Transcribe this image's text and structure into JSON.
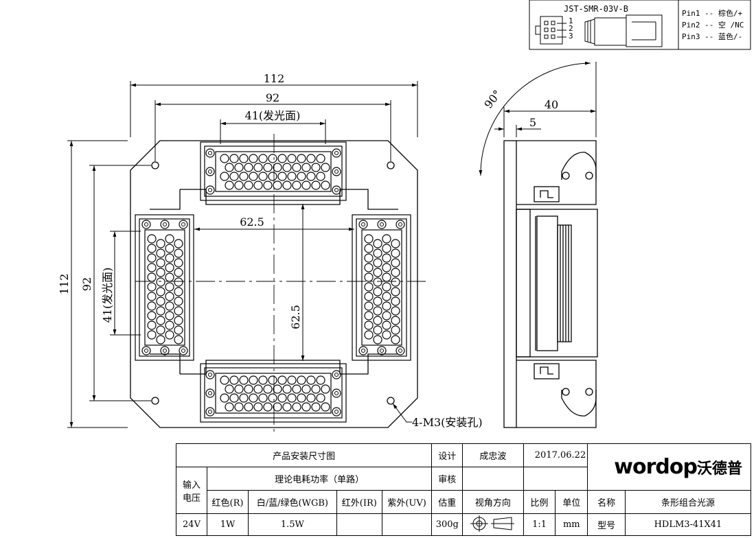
{
  "connector": {
    "model": "JST-SMR-03V-B",
    "pin_numbers": [
      "1",
      "2",
      "3"
    ],
    "pins": [
      "Pin1 -- 棕色/+",
      "Pin2 -- 空 /NC",
      "Pin3 -- 蓝色/-"
    ]
  },
  "front_view": {
    "dim_overall_width": "112",
    "dim_mount_width": "92",
    "dim_top_emitting": "41(发光面)",
    "dim_overall_height": "112",
    "dim_mount_height": "92",
    "dim_left_emitting": "41(发光面)",
    "dim_inner_h": "62.5",
    "dim_inner_v": "62.5",
    "mount_hole_note": "4-M3(安装孔)"
  },
  "side_view": {
    "angle": "90°",
    "depth": "40",
    "plate": "5"
  },
  "title_block": {
    "drawing_title": "产品安装尺寸图",
    "design_label": "设计",
    "designer": "成忠波",
    "date": "2017.06.22",
    "review_label": "审核",
    "input_voltage_label_1": "输入",
    "input_voltage_label_2": "电压",
    "power_header": "理论电耗功率（单路）",
    "col_red": "红色(R)",
    "col_white": "白/蓝/绿色(WGB)",
    "col_ir": "红外(IR)",
    "col_uv": "紫外(UV)",
    "weight_label": "估重",
    "view_dir_label": "视角方向",
    "scale_label": "比例",
    "unit_label": "单位",
    "name_label": "名称",
    "product_name": "条形组合光源",
    "voltage": "24V",
    "power_red": "1W",
    "power_white": "1.5W",
    "power_ir": "",
    "power_uv": "",
    "weight": "300g",
    "scale": "1:1",
    "unit": "mm",
    "model_label": "型号",
    "model": "HDLM3-41X41",
    "logo_text": "wordop",
    "logo_cn": "沃德普"
  }
}
